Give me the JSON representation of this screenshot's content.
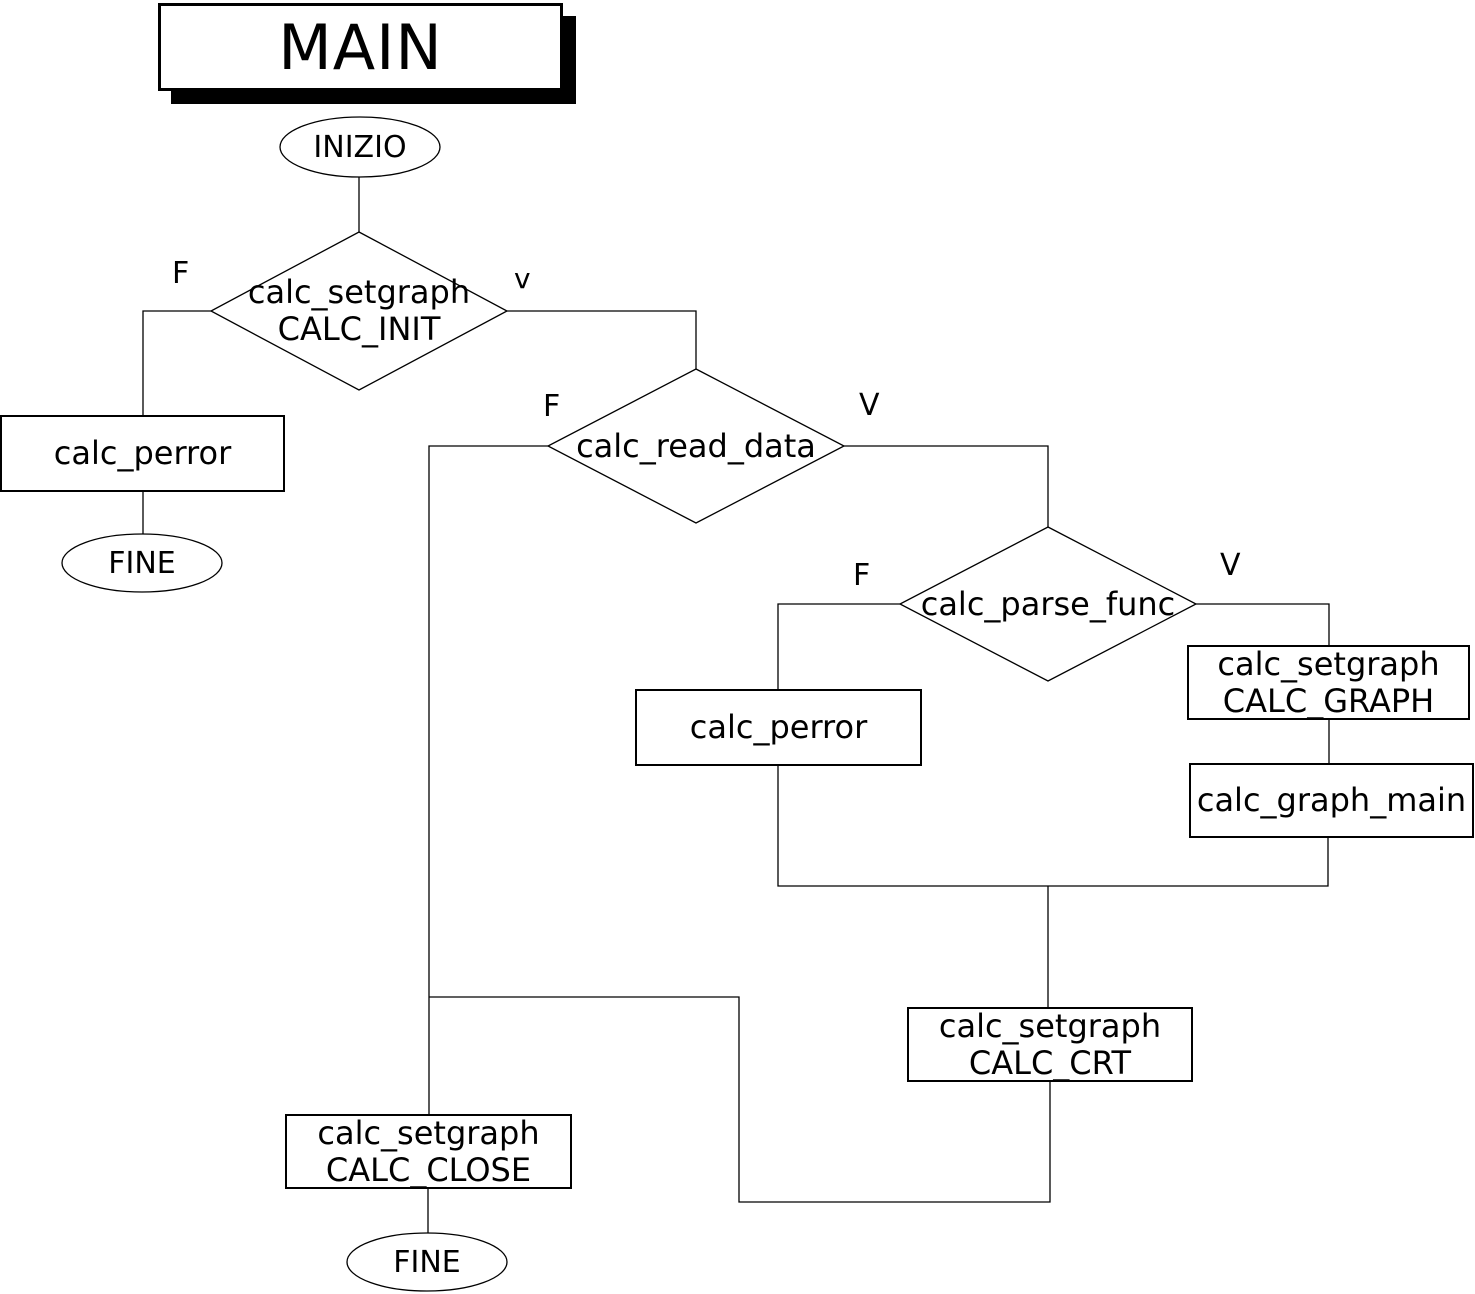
{
  "title": "MAIN",
  "nodes": {
    "start": {
      "label": "INIZIO"
    },
    "d_init": {
      "line1": "calc_setgraph",
      "line2": "CALC_INIT"
    },
    "perror_left": {
      "label": "calc_perror"
    },
    "fine_left": {
      "label": "FINE"
    },
    "d_read": {
      "label": "calc_read_data"
    },
    "d_parse": {
      "label": "calc_parse_func"
    },
    "perror_mid": {
      "label": "calc_perror"
    },
    "graph": {
      "line1": "calc_setgraph",
      "line2": "CALC_GRAPH"
    },
    "graph_main": {
      "label": "calc_graph_main"
    },
    "crt": {
      "line1": "calc_setgraph",
      "line2": "CALC_CRT"
    },
    "close": {
      "line1": "calc_setgraph",
      "line2": "CALC_CLOSE"
    },
    "fine_bottom": {
      "label": "FINE"
    }
  },
  "branch_labels": {
    "init_false": "F",
    "init_true": "v",
    "read_false": "F",
    "read_true": "V",
    "parse_false": "F",
    "parse_true": "V"
  },
  "colors": {
    "line": "#000000",
    "text": "#000000",
    "node_fill": "#ffffff",
    "shadow": "#000000",
    "background": "#ffffff"
  }
}
